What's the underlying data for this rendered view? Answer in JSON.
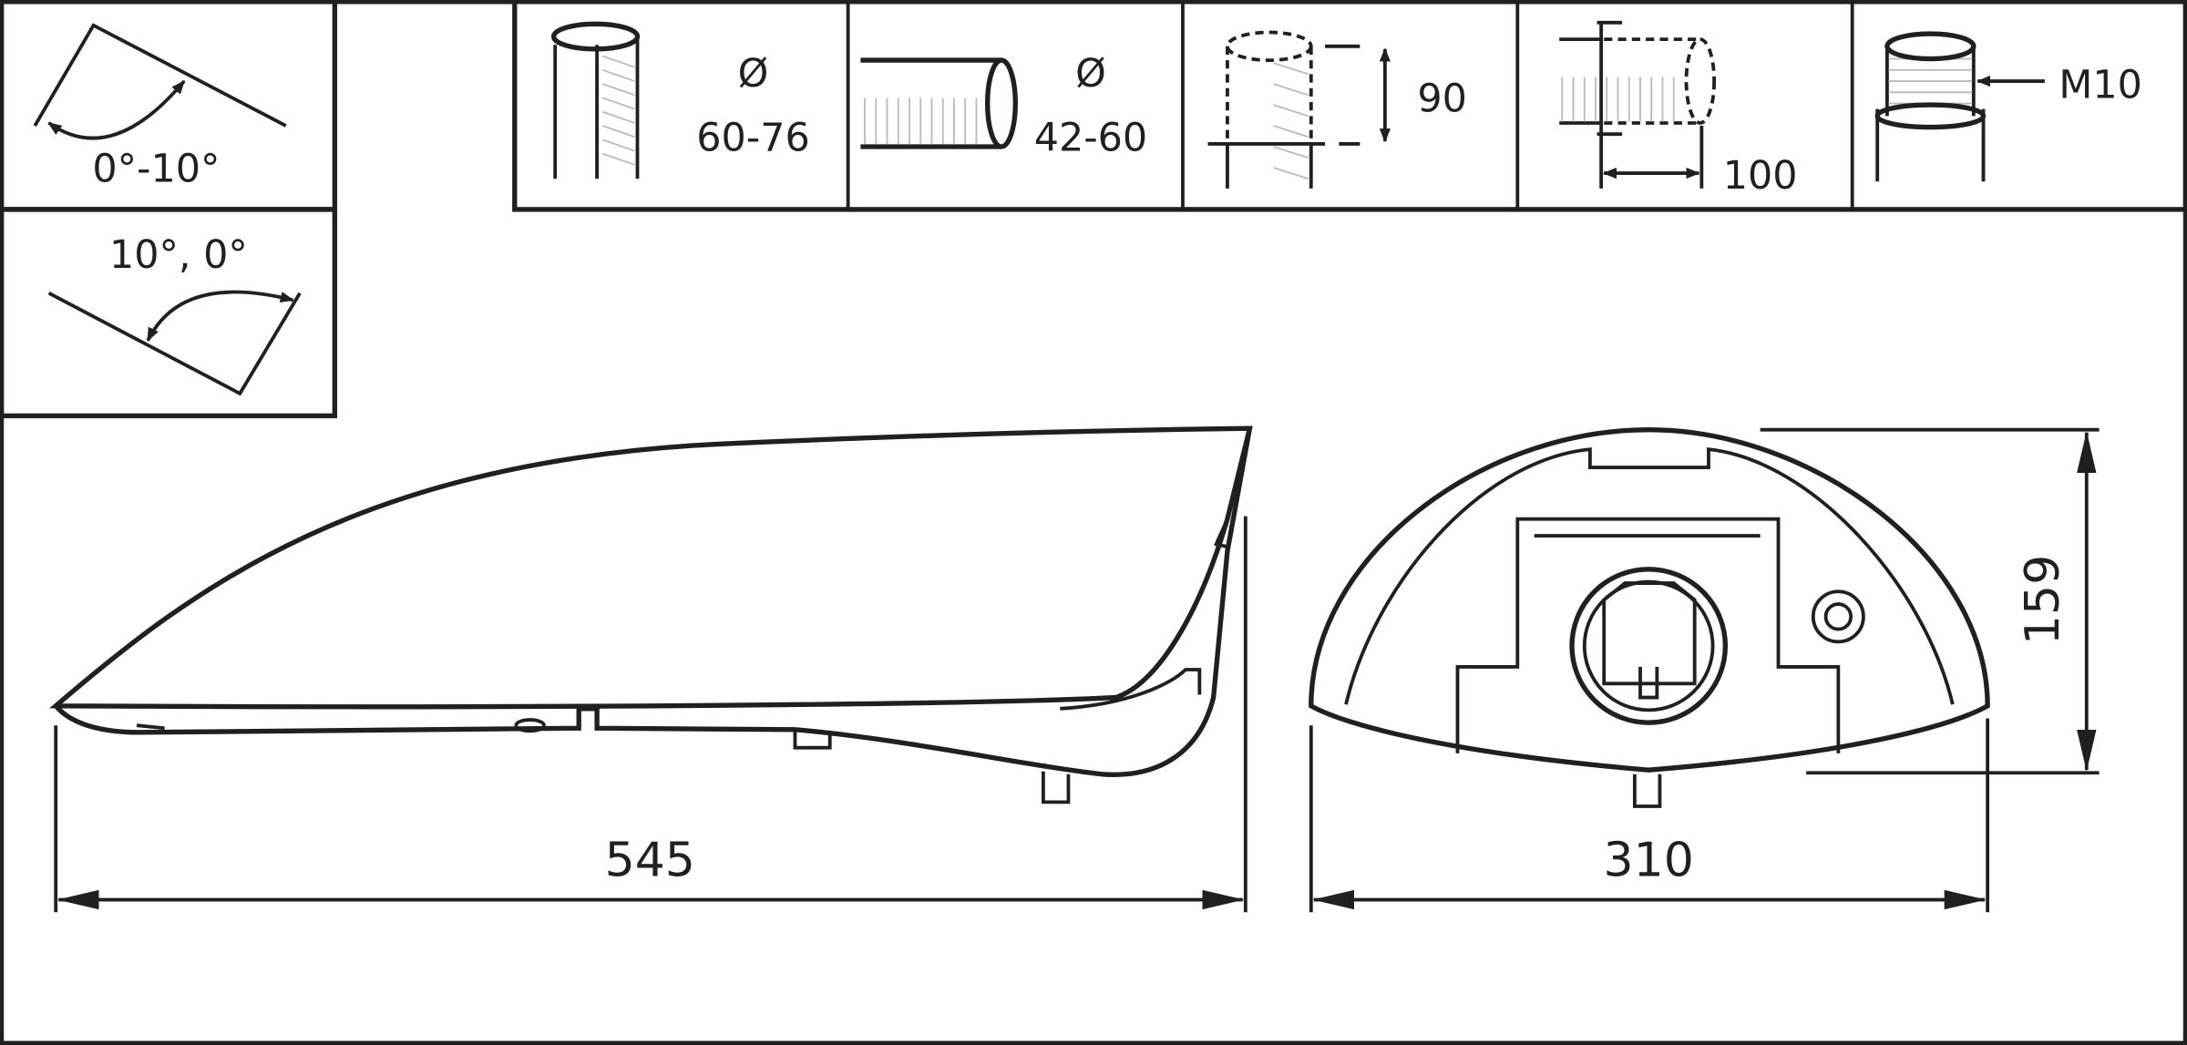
{
  "mounting": {
    "tilt_side_entry": "0°-10°",
    "tilt_post_top": "10°, 0°",
    "post_top_diameter": {
      "symbol": "Ø",
      "range": "60-76"
    },
    "side_entry_diameter": {
      "symbol": "Ø",
      "range": "42-60"
    },
    "insertion_depth_post_top": "90",
    "insertion_depth_side_entry": "100",
    "thread": "M10"
  },
  "dimensions": {
    "length": "545",
    "width": "310",
    "height": "159"
  }
}
